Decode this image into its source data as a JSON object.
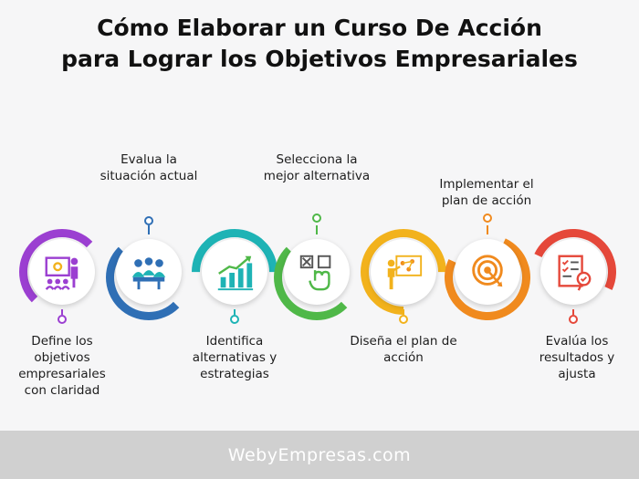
{
  "title": {
    "line1": "Cómo Elaborar un Curso De Acción",
    "line2": "para Lograr los Objetivos Empresariales"
  },
  "steps": [
    {
      "label": "Define los objetivos empresariales con claridad",
      "color": "#9b3fd1",
      "icon": "presentation-icon"
    },
    {
      "label": "Evalua la situación actual",
      "color": "#2f6fb5",
      "icon": "team-meeting-icon"
    },
    {
      "label": "Identifica alternativas y estrategias",
      "color": "#1eb3b5",
      "icon": "growth-chart-icon"
    },
    {
      "label": "Selecciona la mejor alternativa",
      "color": "#4fb848",
      "icon": "checkbox-select-icon"
    },
    {
      "label": "Diseña el plan de acción",
      "color": "#f2b21c",
      "icon": "planning-board-icon"
    },
    {
      "label": "Implementar el plan de acción",
      "color": "#f08a1e",
      "icon": "target-icon"
    },
    {
      "label": "Evalúa los resultados y ajusta",
      "color": "#e5483a",
      "icon": "checklist-icon"
    }
  ],
  "footer": {
    "text": "WebyEmpresas.com"
  }
}
